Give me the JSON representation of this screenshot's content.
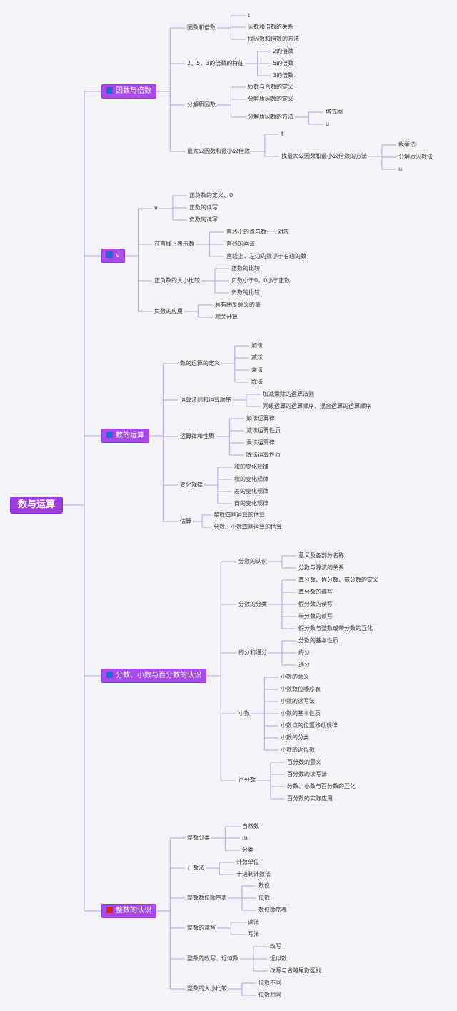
{
  "colors": {
    "line": "#b9a6d8",
    "root_bg": "#9b3ce0",
    "branch_bg": "#a84be8",
    "marker_blue": "#2a63d4",
    "marker_red": "#e0221d"
  },
  "tree": {
    "root": "数与运算",
    "branches": [
      {
        "label": "因数与倍数",
        "marker": "marker-blue-icon",
        "children": [
          {
            "label": "因数和倍数",
            "children": [
              {
                "label": "t"
              },
              {
                "label": "因数和倍数的关系"
              },
              {
                "label": "找因数和倍数的方法"
              }
            ]
          },
          {
            "label": "2，5，3的倍数的特征",
            "children": [
              {
                "label": "2的倍数"
              },
              {
                "label": "5的倍数"
              },
              {
                "label": "3的倍数"
              }
            ]
          },
          {
            "label": "分解质因数",
            "children": [
              {
                "label": "质数与合数的定义"
              },
              {
                "label": "分解质因数的定义"
              },
              {
                "label": "分解质因数的方法",
                "children": [
                  {
                    "label": "塔式图"
                  },
                  {
                    "label": "u"
                  }
                ]
              }
            ]
          },
          {
            "label": "最大公因数和最小公倍数",
            "children": [
              {
                "label": "t"
              },
              {
                "label": "找最大公因数和最小公倍数的方法",
                "children": [
                  {
                    "label": "枚举法"
                  },
                  {
                    "label": "分解质因数法"
                  },
                  {
                    "label": "u"
                  }
                ]
              }
            ]
          }
        ]
      },
      {
        "label": "v",
        "marker": "marker-blue-icon",
        "children": [
          {
            "label": "v",
            "children": [
              {
                "label": "正负数的定义、0"
              },
              {
                "label": "正数的读写"
              },
              {
                "label": "负数的读写"
              }
            ]
          },
          {
            "label": "在直线上表示数",
            "children": [
              {
                "label": "直线上的点与数一一对应"
              },
              {
                "label": "直线的画法"
              },
              {
                "label": "直线上，左边的数小于右边的数"
              }
            ]
          },
          {
            "label": "正负数的大小比较",
            "children": [
              {
                "label": "正数的比较"
              },
              {
                "label": "负数小于0，0小于正数"
              },
              {
                "label": "负数的比较"
              }
            ]
          },
          {
            "label": "负数的应用",
            "children": [
              {
                "label": "具有相反意义的量"
              },
              {
                "label": "相关计算"
              }
            ]
          }
        ]
      },
      {
        "label": "数的运算",
        "marker": "marker-blue-icon",
        "children": [
          {
            "label": "数的运算的定义",
            "children": [
              {
                "label": "加法"
              },
              {
                "label": "减法"
              },
              {
                "label": "乘法"
              },
              {
                "label": "除法"
              }
            ]
          },
          {
            "label": "运算法则和运算顺序",
            "children": [
              {
                "label": "加减乘除的运算法则"
              },
              {
                "label": "同级运算的运算顺序、混合运算的运算顺序"
              }
            ]
          },
          {
            "label": "运算律和性质",
            "children": [
              {
                "label": "加法运算律"
              },
              {
                "label": "减法运算性质"
              },
              {
                "label": "乘法运算律"
              },
              {
                "label": "除法运算性质"
              }
            ]
          },
          {
            "label": "变化规律",
            "children": [
              {
                "label": "和的变化规律"
              },
              {
                "label": "积的变化规律"
              },
              {
                "label": "差的变化规律"
              },
              {
                "label": "商的变化规律"
              }
            ]
          },
          {
            "label": "估算",
            "children": [
              {
                "label": "整数四则运算的估算"
              },
              {
                "label": "分数、小数四则运算的估算"
              }
            ]
          }
        ]
      },
      {
        "label": "分数、小数与百分数的认识",
        "marker": "marker-blue-icon",
        "children": [
          {
            "label": "分数的认识",
            "children": [
              {
                "label": "意义及各部分名称"
              },
              {
                "label": "分数与除法的关系"
              }
            ]
          },
          {
            "label": "分数的分类",
            "children": [
              {
                "label": "真分数、假分数、带分数的定义"
              },
              {
                "label": "真分数的读写"
              },
              {
                "label": "假分数的读写"
              },
              {
                "label": "带分数的读写"
              },
              {
                "label": "假分数与整数或带分数的互化"
              }
            ]
          },
          {
            "label": "约分和通分",
            "children": [
              {
                "label": "分数的基本性质"
              },
              {
                "label": "约分"
              },
              {
                "label": "通分"
              }
            ]
          },
          {
            "label": "小数",
            "children": [
              {
                "label": "小数的意义"
              },
              {
                "label": "小数数位顺序表"
              },
              {
                "label": "小数的读写法"
              },
              {
                "label": "小数的基本性质"
              },
              {
                "label": "小数点的位置移动规律"
              },
              {
                "label": "小数的分类"
              },
              {
                "label": "小数的近似数"
              }
            ]
          },
          {
            "label": "百分数",
            "children": [
              {
                "label": "百分数的意义"
              },
              {
                "label": "百分数的读写法"
              },
              {
                "label": "分数、小数与百分数的互化"
              },
              {
                "label": "百分数的实际应用"
              }
            ]
          }
        ]
      },
      {
        "label": "整数的认识",
        "marker": "marker-red-icon",
        "children": [
          {
            "label": "整数分类",
            "children": [
              {
                "label": "自然数"
              },
              {
                "label": "m"
              },
              {
                "label": "分类"
              }
            ]
          },
          {
            "label": "计数法",
            "children": [
              {
                "label": "计数单位"
              },
              {
                "label": "十进制计数法"
              }
            ]
          },
          {
            "label": "整数数位顺序表",
            "children": [
              {
                "label": "数位"
              },
              {
                "label": "位数"
              },
              {
                "label": "数位顺序表"
              }
            ]
          },
          {
            "label": "整数的读写",
            "children": [
              {
                "label": "读法"
              },
              {
                "label": "写法"
              }
            ]
          },
          {
            "label": "整数的改写、近似数",
            "children": [
              {
                "label": "改写"
              },
              {
                "label": "近似数"
              },
              {
                "label": "改写与省略尾数区别"
              }
            ]
          },
          {
            "label": "整数的大小比较",
            "children": [
              {
                "label": "位数不同"
              },
              {
                "label": "位数相同"
              }
            ]
          }
        ]
      }
    ]
  }
}
